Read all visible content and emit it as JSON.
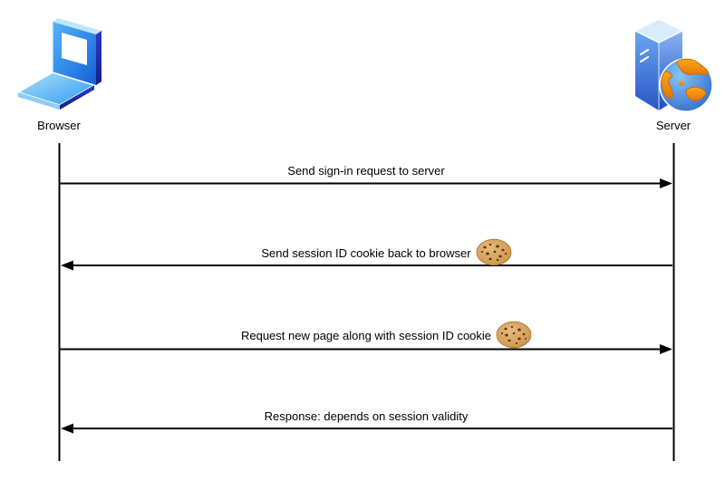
{
  "diagram": {
    "type": "sequence-diagram",
    "actors": [
      {
        "label": "Browser",
        "icon": "laptop-icon"
      },
      {
        "label": "Server",
        "icon": "server-globe-icon"
      }
    ],
    "messages": [
      {
        "label": "Send sign-in request to server",
        "from": "Browser",
        "to": "Server",
        "direction": "right",
        "cookie_icon": false
      },
      {
        "label": "Send session ID cookie back to browser",
        "from": "Server",
        "to": "Browser",
        "direction": "left",
        "cookie_icon": true
      },
      {
        "label": "Request new page along with session ID cookie",
        "from": "Browser",
        "to": "Server",
        "direction": "right",
        "cookie_icon": true
      },
      {
        "label": "Response: depends on session validity",
        "from": "Server",
        "to": "Browser",
        "direction": "left",
        "cookie_icon": false
      }
    ],
    "colors": {
      "line": "#000000",
      "laptop_blue": "#1f7fe8",
      "deep_navy": "#1b2fae",
      "server_front_blue": "#2e5fd0",
      "globe_ocean": "#3c78d8",
      "globe_land": "#f49c12",
      "cookie_tan": "#cf9b52",
      "chip_brown": "#5a3415"
    }
  }
}
